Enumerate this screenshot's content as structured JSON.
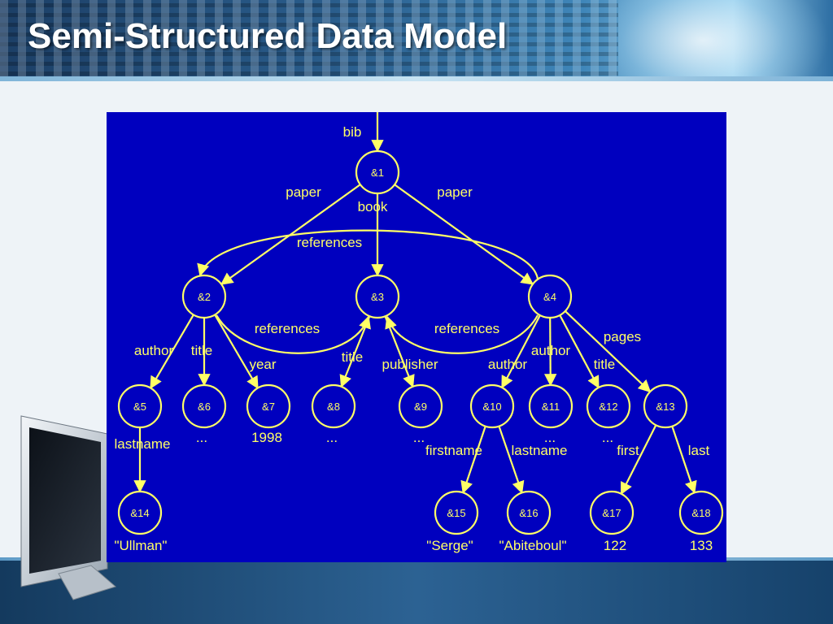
{
  "slide": {
    "title": "Semi-Structured Data Model"
  },
  "colors": {
    "diagram_background": "#0000bf",
    "diagram_foreground": "#ffff66",
    "header_dark": "#1c3f66",
    "title_text": "#ffffff"
  },
  "diagram": {
    "root_label": "bib",
    "nodes": [
      {
        "id": "n1",
        "label": "&1"
      },
      {
        "id": "n2",
        "label": "&2"
      },
      {
        "id": "n3",
        "label": "&3"
      },
      {
        "id": "n4",
        "label": "&4"
      },
      {
        "id": "n5",
        "label": "&5"
      },
      {
        "id": "n6",
        "label": "&6"
      },
      {
        "id": "n7",
        "label": "&7"
      },
      {
        "id": "n8",
        "label": "&8"
      },
      {
        "id": "n9",
        "label": "&9"
      },
      {
        "id": "n10",
        "label": "&10"
      },
      {
        "id": "n11",
        "label": "&11"
      },
      {
        "id": "n12",
        "label": "&12"
      },
      {
        "id": "n13",
        "label": "&13"
      },
      {
        "id": "n14",
        "label": "&14"
      },
      {
        "id": "n15",
        "label": "&15"
      },
      {
        "id": "n16",
        "label": "&16"
      },
      {
        "id": "n17",
        "label": "&17"
      },
      {
        "id": "n18",
        "label": "&18"
      }
    ],
    "edges": [
      {
        "from": "n1",
        "to": "n2",
        "label": "paper"
      },
      {
        "from": "n1",
        "to": "n3",
        "label": "book"
      },
      {
        "from": "n1",
        "to": "n4",
        "label": "paper"
      },
      {
        "from": "n4",
        "to": "n2",
        "label": "references"
      },
      {
        "from": "n2",
        "to": "n3",
        "label": "references"
      },
      {
        "from": "n4",
        "to": "n3",
        "label": "references"
      },
      {
        "from": "n2",
        "to": "n5",
        "label": "author"
      },
      {
        "from": "n2",
        "to": "n6",
        "label": "title"
      },
      {
        "from": "n2",
        "to": "n7",
        "label": "year"
      },
      {
        "from": "n3",
        "to": "n8",
        "label": "title"
      },
      {
        "from": "n3",
        "to": "n9",
        "label": "publisher"
      },
      {
        "from": "n4",
        "to": "n10",
        "label": "author"
      },
      {
        "from": "n4",
        "to": "n11",
        "label": "author"
      },
      {
        "from": "n4",
        "to": "n12",
        "label": "title"
      },
      {
        "from": "n4",
        "to": "n13",
        "label": "pages"
      },
      {
        "from": "n5",
        "to": "n14",
        "label": "lastname"
      },
      {
        "from": "n10",
        "to": "n15",
        "label": "firstname"
      },
      {
        "from": "n10",
        "to": "n16",
        "label": "lastname"
      },
      {
        "from": "n13",
        "to": "n17",
        "label": "first"
      },
      {
        "from": "n13",
        "to": "n18",
        "label": "last"
      }
    ],
    "values": [
      {
        "node": "n6",
        "text": "..."
      },
      {
        "node": "n7",
        "text": "1998"
      },
      {
        "node": "n8",
        "text": "..."
      },
      {
        "node": "n9",
        "text": "..."
      },
      {
        "node": "n11",
        "text": "..."
      },
      {
        "node": "n12",
        "text": "..."
      },
      {
        "node": "n14",
        "text": "\"Ullman\""
      },
      {
        "node": "n15",
        "text": "\"Serge\""
      },
      {
        "node": "n16",
        "text": "\"Abiteboul\""
      },
      {
        "node": "n17",
        "text": "122"
      },
      {
        "node": "n18",
        "text": "133"
      }
    ]
  }
}
